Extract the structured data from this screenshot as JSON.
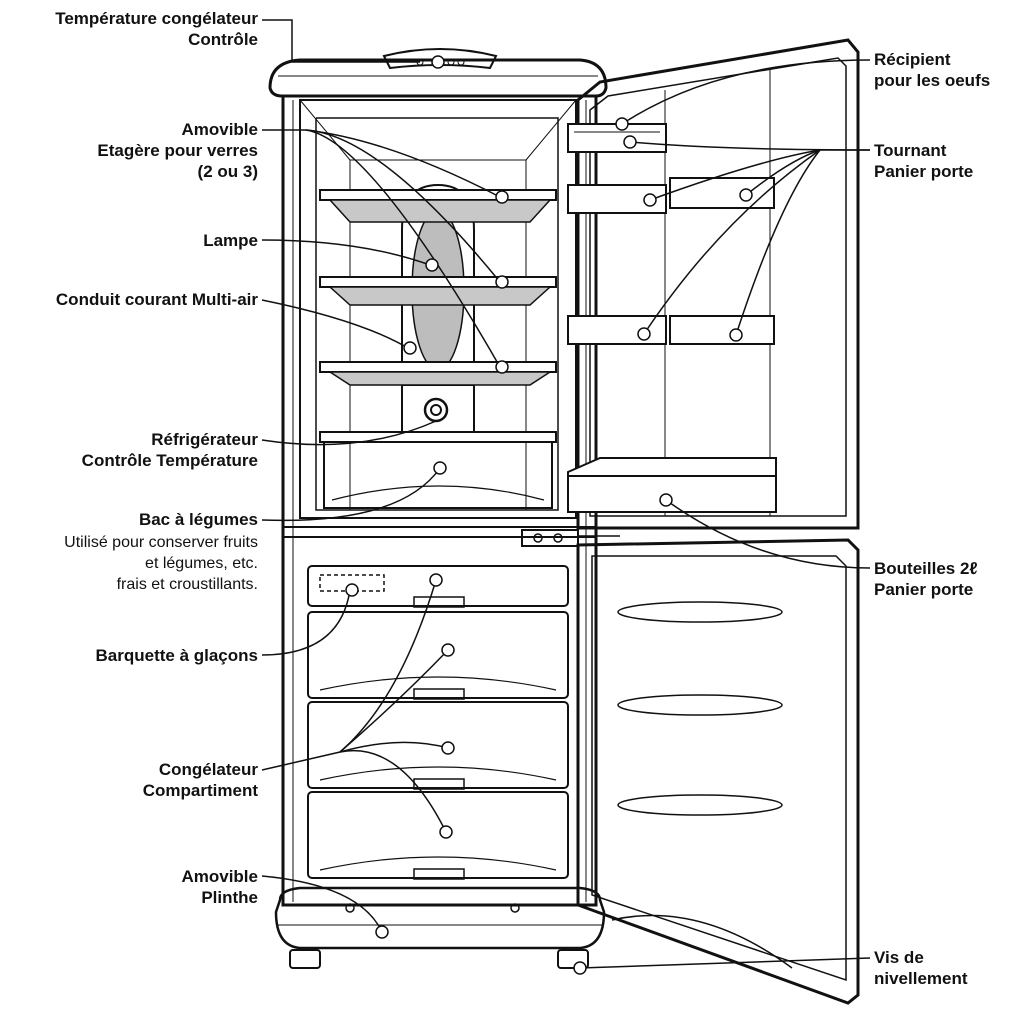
{
  "labels": {
    "temp_congelateur": [
      "Température congélateur",
      "Contrôle"
    ],
    "amovible_etagere": [
      "Amovible",
      "Etagère pour verres",
      "(2 ou 3)"
    ],
    "lampe": [
      "Lampe"
    ],
    "conduit": [
      "Conduit courant Multi-air"
    ],
    "refrigerateur": [
      "Réfrigérateur",
      "Contrôle Température"
    ],
    "bac_legumes": [
      "Bac à légumes"
    ],
    "bac_note": [
      "Utilisé pour conserver fruits",
      "et légumes, etc.",
      "frais et croustillants."
    ],
    "barquette": [
      "Barquette à glaçons"
    ],
    "congelateur": [
      "Congélateur",
      "Compartiment"
    ],
    "plinthe": [
      "Amovible",
      "Plinthe"
    ],
    "recipient": [
      "Récipient",
      "pour les oeufs"
    ],
    "tournant": [
      "Tournant",
      "Panier porte"
    ],
    "bouteilles": [
      "Bouteilles 2ℓ",
      "Panier porte"
    ],
    "vis": [
      "Vis de",
      "nivellement"
    ]
  },
  "colors": {
    "line": "#111111",
    "glass": "#c8c8c8",
    "lamp": "#bdbdbd",
    "background": "#ffffff"
  }
}
